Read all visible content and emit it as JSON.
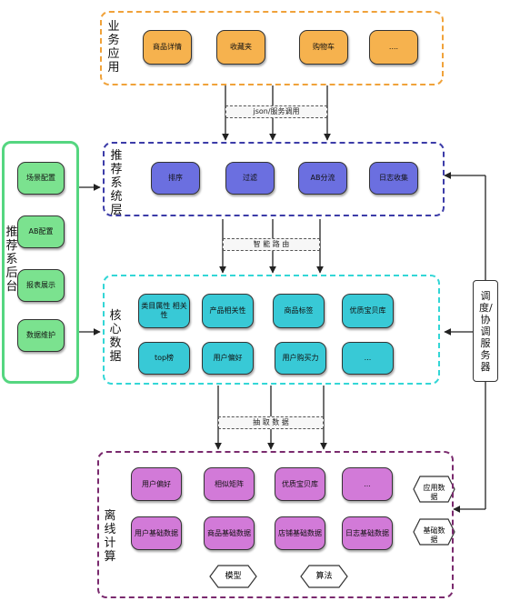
{
  "colors": {
    "business_border": "#f0a23a",
    "business_node": "#f6b24e",
    "rec_border": "#3c3ca8",
    "rec_node": "#6b6fe0",
    "core_border": "#33d6d6",
    "core_node": "#38c9d6",
    "backend_border": "#55d680",
    "backend_node": "#7be28f",
    "offline_border": "#7a2a6e",
    "offline_node": "#d27ad8"
  },
  "layers": {
    "business": {
      "label": "业务应用",
      "items": [
        "商品详情",
        "收藏夹",
        "购物车",
        "...."
      ]
    },
    "recommend": {
      "label": "推荐系统层",
      "items": [
        "排序",
        "过滤",
        "AB分流",
        "日志收集"
      ]
    },
    "core": {
      "label": "核心数据",
      "items": [
        "类目属性 相关性",
        "产品相关性",
        "商品标签",
        "优质宝贝库",
        "top榜",
        "用户偏好",
        "用户购买力",
        "..."
      ]
    },
    "backend": {
      "label": "推荐系后台",
      "items": [
        "场景配置",
        "AB配置",
        "报表展示",
        "数据维护"
      ]
    },
    "offline": {
      "label": "离线计算",
      "items": [
        "用户偏好",
        "相似矩阵",
        "优质宝贝库",
        "...",
        "用户基础数据",
        "商品基础数据",
        "店铺基础数据",
        "日志基础数据"
      ],
      "side": [
        "应用数据",
        "基础数据"
      ],
      "bottom": [
        "模型",
        "算法"
      ]
    }
  },
  "connectors": {
    "json": "json/服务调用",
    "routing": "智 能 路 由",
    "extract": "抽 取 数 据"
  },
  "scheduler": {
    "label": "调度/协调服务器"
  }
}
